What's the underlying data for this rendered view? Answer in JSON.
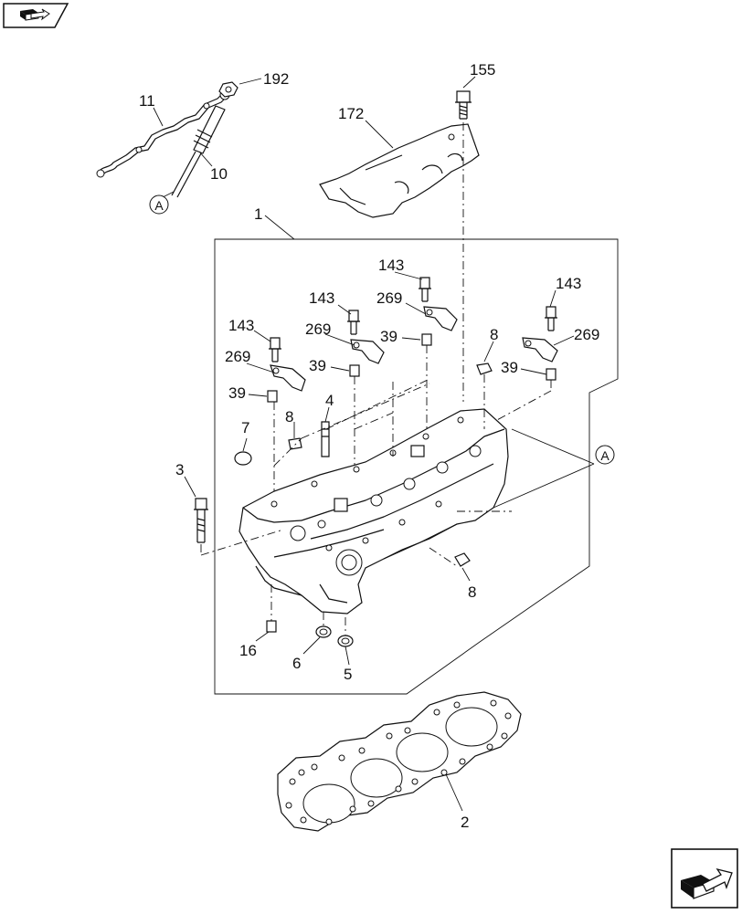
{
  "labels": {
    "p192": "192",
    "p11": "11",
    "p10": "10",
    "p155": "155",
    "p172": "172",
    "p1": "1",
    "p143a": "143",
    "p143b": "143",
    "p143c": "143",
    "p143d": "143",
    "p269a": "269",
    "p269b": "269",
    "p269c": "269",
    "p269d": "269",
    "p39a": "39",
    "p39b": "39",
    "p39c": "39",
    "p39d": "39",
    "p8a": "8",
    "p8b": "8",
    "p8c": "8",
    "p7": "7",
    "p4": "4",
    "p3": "3",
    "p16": "16",
    "p6": "6",
    "p5": "5",
    "p2": "2"
  },
  "refs": {
    "a1": "A",
    "a2": "A"
  },
  "icons": {
    "top_left": "book-arrow-icon",
    "bottom_right": "next-page-icon"
  }
}
